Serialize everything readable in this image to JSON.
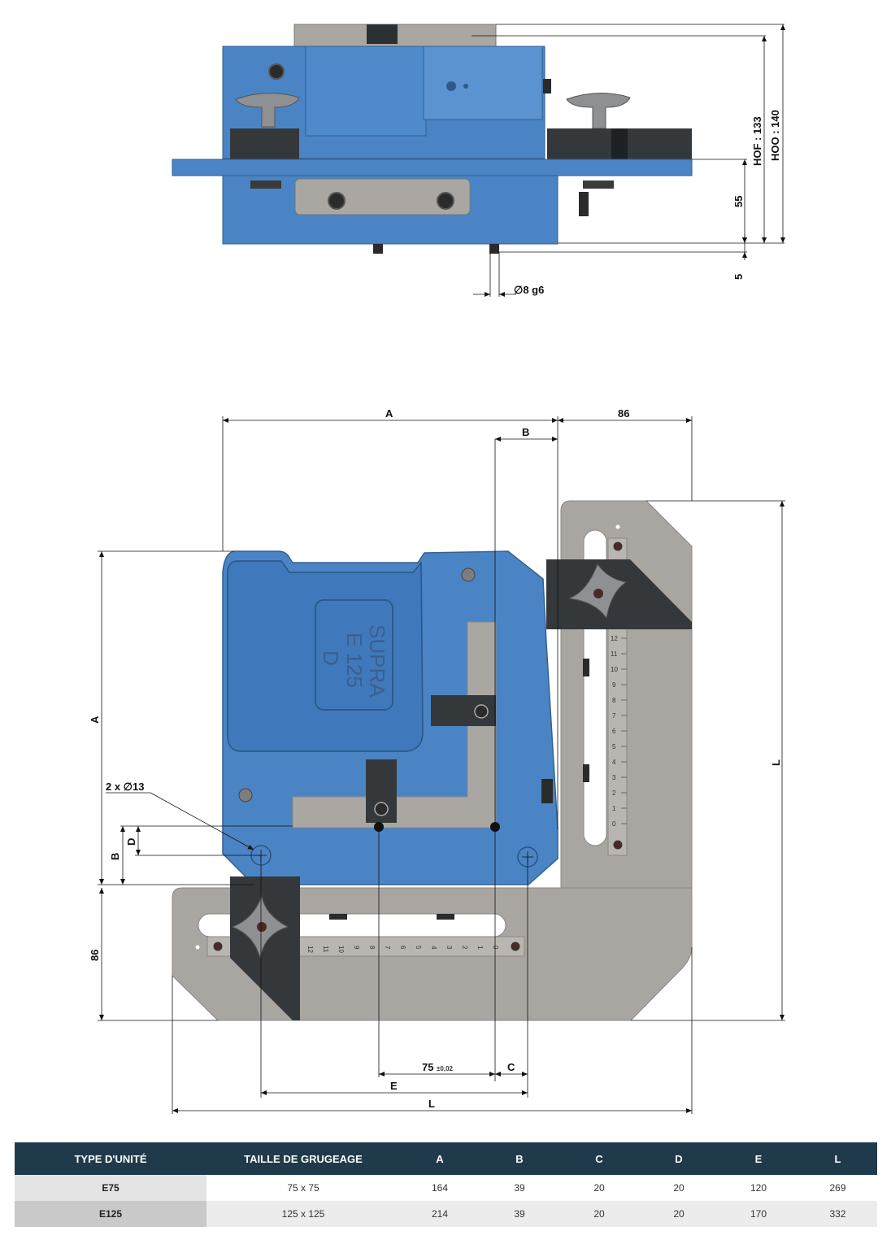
{
  "side_view": {
    "labels": {
      "hof": "HOF : 133",
      "hoo": "HOO : 140",
      "dim_55": "55",
      "dim_5": "5",
      "diameter": "∅8 g6"
    }
  },
  "top_view": {
    "engraving": {
      "line1": "SUPRA",
      "line2": "E 125",
      "line3": "D"
    },
    "labels": {
      "a_top": "A",
      "dim_86_top": "86",
      "b_top": "B",
      "a_left": "A",
      "d_left": "D",
      "b_left": "B",
      "dim_86_left": "86",
      "holes": "2 x ∅13",
      "dim_75": "75",
      "tolerance": "±0,02",
      "c_bottom": "C",
      "e_bottom": "E",
      "l_bottom": "L",
      "l_right": "L"
    },
    "scale_numbers": [
      "0",
      "1",
      "2",
      "3",
      "4",
      "5",
      "6",
      "7",
      "8",
      "9",
      "10",
      "11",
      "12"
    ]
  },
  "table": {
    "headers": [
      "TYPE D'UNITÉ",
      "TAILLE DE GRUGEAGE",
      "A",
      "B",
      "C",
      "D",
      "E",
      "L"
    ],
    "rows": [
      [
        "E75",
        "75 x 75",
        "164",
        "39",
        "20",
        "20",
        "120",
        "269"
      ],
      [
        "E125",
        "125 x 125",
        "214",
        "39",
        "20",
        "20",
        "170",
        "332"
      ]
    ]
  },
  "colors": {
    "body_blue": "#4a84c4",
    "steel_grey": "#a9a6a1",
    "dark_block": "#34383b",
    "table_header": "#1f3b4b"
  }
}
